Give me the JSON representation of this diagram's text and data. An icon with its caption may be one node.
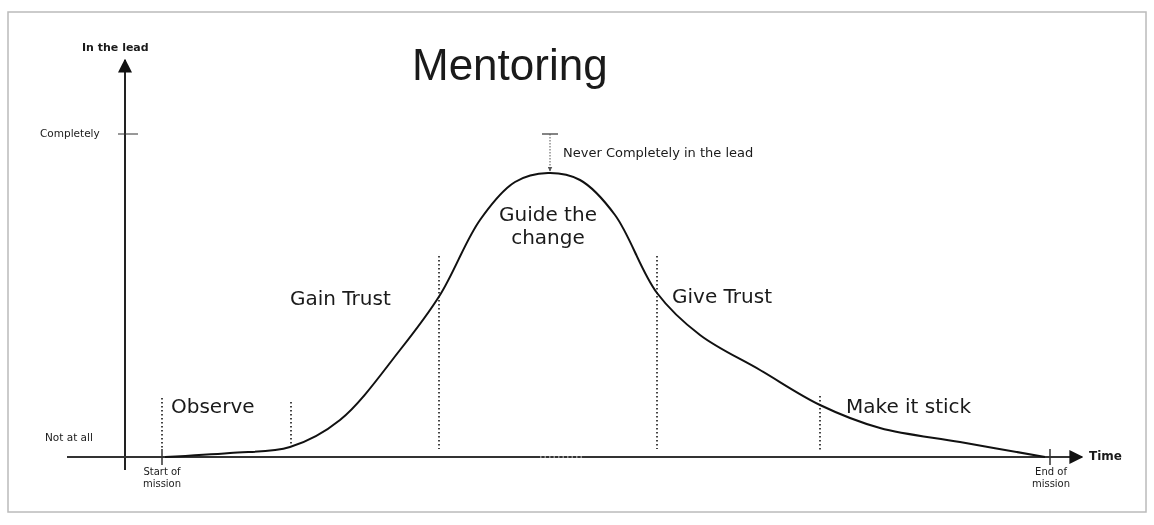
{
  "diagram": {
    "title": "Mentoring",
    "labels": [
      "In the lead",
      "Completely",
      "Never Completely in the lead",
      "Guide the change",
      "Gain Trust",
      "Give Trust",
      "Observe",
      "Make it stick",
      "Not at all",
      "Time",
      "Start of mission",
      "End of mission"
    ]
  }
}
